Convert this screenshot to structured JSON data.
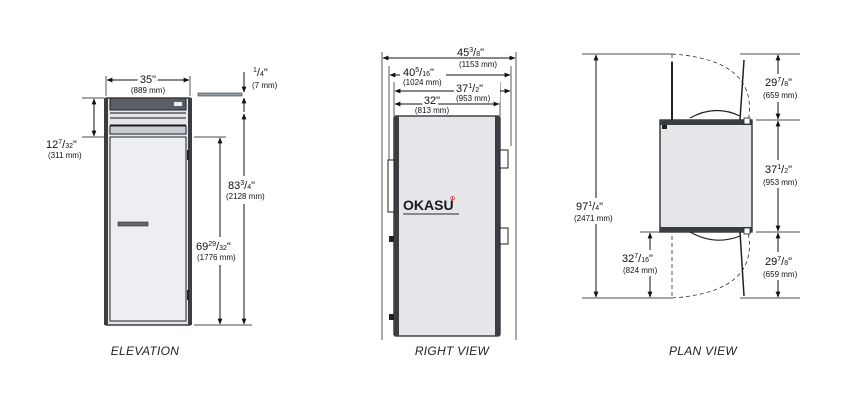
{
  "elevation": {
    "caption": "ELEVATION",
    "width": {
      "in": "35\"",
      "mm": "(889 mm)"
    },
    "top_gap": {
      "whole": "",
      "num": "1",
      "den": "4",
      "suffix": "\"",
      "mm": "(7 mm)"
    },
    "grille": {
      "whole": "12",
      "num": "7",
      "den": "32",
      "suffix": "\"",
      "mm": "(311 mm)"
    },
    "overall_height": {
      "whole": "83",
      "num": "3",
      "den": "4",
      "suffix": "\"",
      "mm": "(2128 mm)"
    },
    "door_height": {
      "whole": "69",
      "num": "29",
      "den": "32",
      "suffix": "\"",
      "mm": "(1776 mm)"
    }
  },
  "right_view": {
    "caption": "RIGHT VIEW",
    "overall_depth": {
      "whole": "45",
      "num": "3",
      "den": "8",
      "suffix": "\"",
      "mm": "(1153 mm)"
    },
    "depth_handle": {
      "whole": "40",
      "num": "5",
      "den": "16",
      "suffix": "\"",
      "mm": "(1024 mm)"
    },
    "depth_cabinet": {
      "whole": "37",
      "num": "1",
      "den": "2",
      "suffix": "\"",
      "mm": "(953 mm)"
    },
    "depth_body": {
      "in": "32\"",
      "mm": "(813 mm)"
    },
    "watermark": "OKASU",
    "watermark_sub": "Ф"
  },
  "plan_view": {
    "caption": "PLAN VIEW",
    "top_swing": {
      "whole": "29",
      "num": "7",
      "den": "8",
      "suffix": "\"",
      "mm": "(659 mm)"
    },
    "cabinet": {
      "whole": "37",
      "num": "1",
      "den": "2",
      "suffix": "\"",
      "mm": "(953 mm)"
    },
    "bottom_swing": {
      "whole": "29",
      "num": "7",
      "den": "8",
      "suffix": "\"",
      "mm": "(659 mm)"
    },
    "overall": {
      "whole": "97",
      "num": "1",
      "den": "4",
      "suffix": "\"",
      "mm": "(2471 mm)"
    },
    "door_clear": {
      "whole": "32",
      "num": "7",
      "den": "16",
      "suffix": "\"",
      "mm": "(824 mm)"
    }
  },
  "colors": {
    "line": "#111111",
    "body": "#e4e6ea",
    "dark": "#3a3d42",
    "watermark": "#cc2222"
  }
}
